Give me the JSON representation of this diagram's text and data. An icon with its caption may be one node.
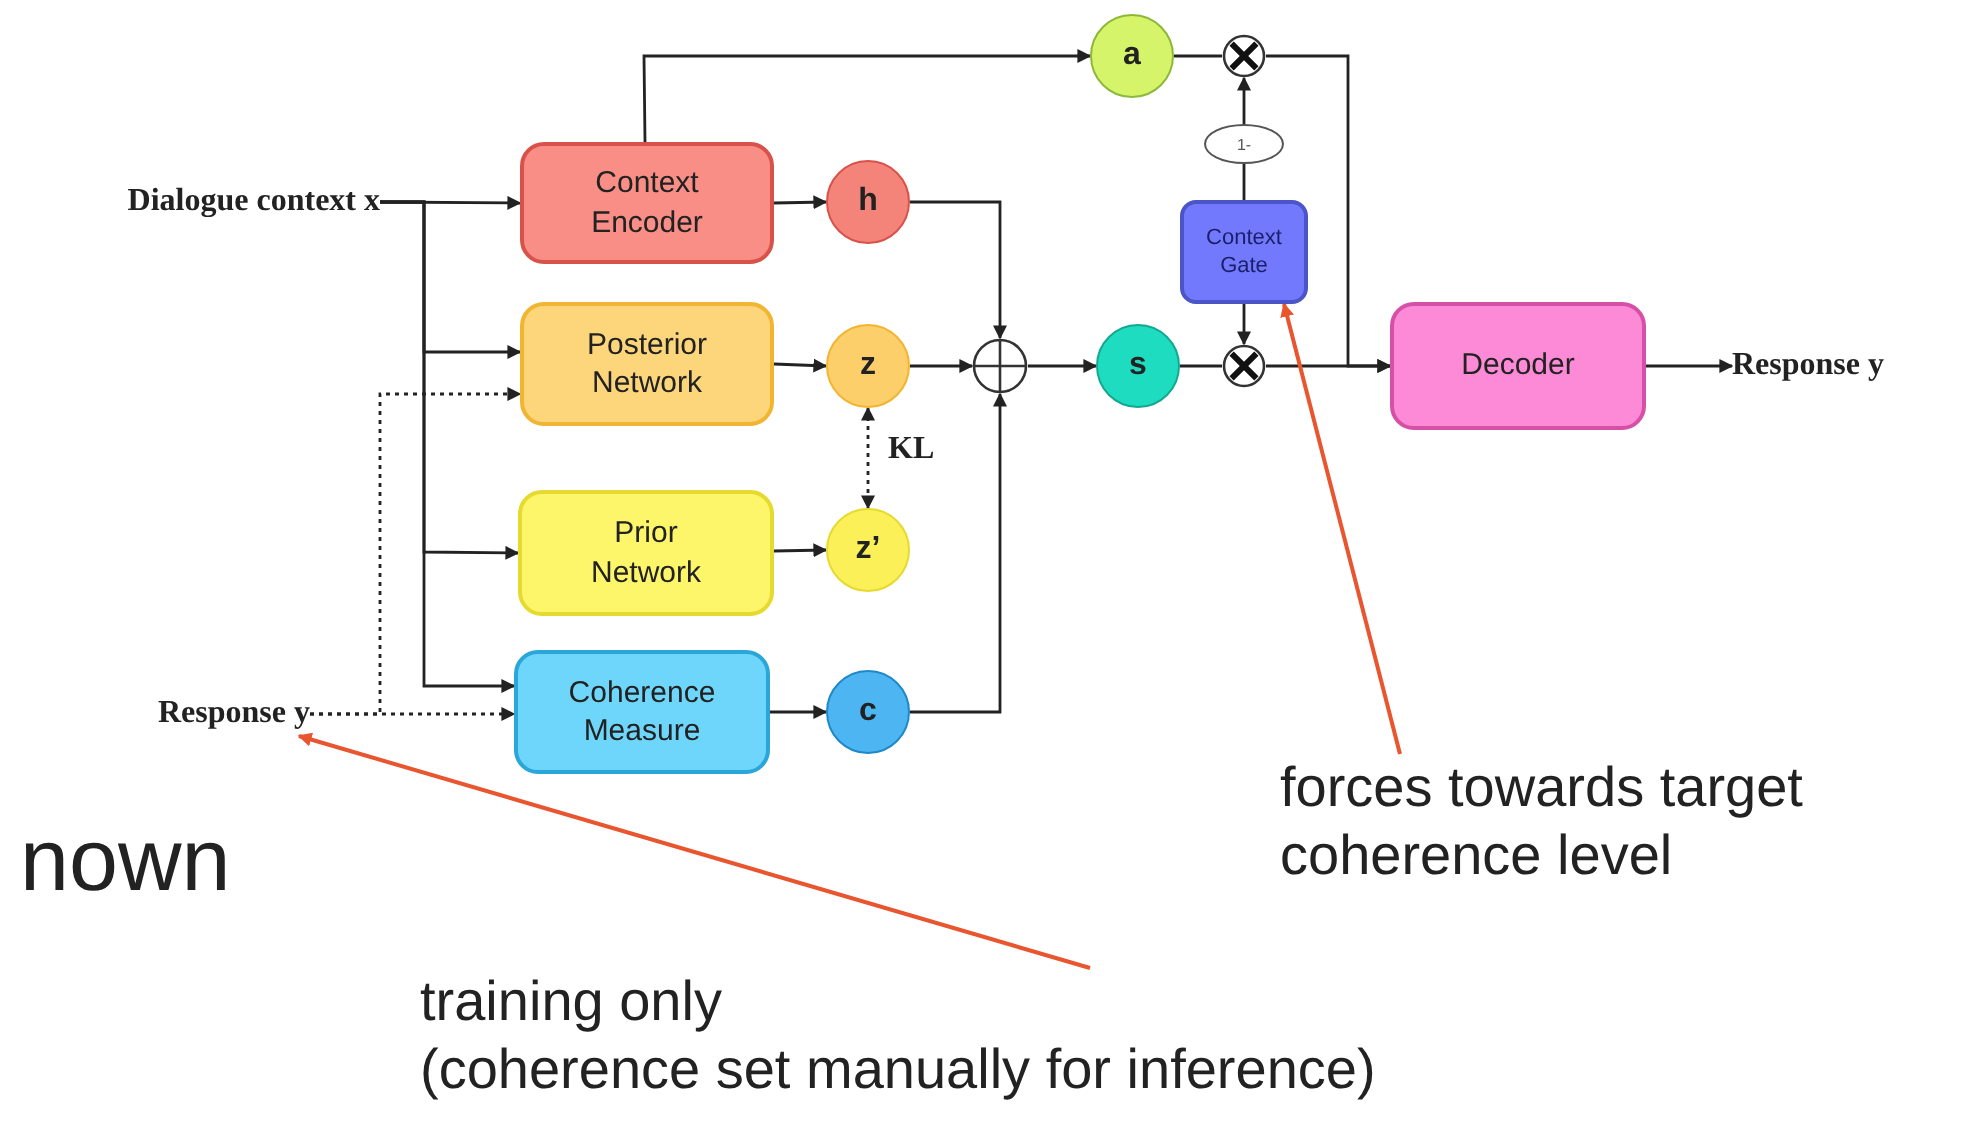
{
  "diagram": {
    "nodes": [
      {
        "text": [
          "Dialogue context x"
        ]
      },
      {
        "text": [
          "Context Encoder"
        ]
      },
      {
        "text": [
          "h"
        ]
      },
      {
        "text": [
          "Posterior Network"
        ]
      },
      {
        "text": [
          "z"
        ]
      },
      {
        "text": [
          "Prior Network"
        ]
      },
      {
        "text": [
          "z’"
        ]
      },
      {
        "text": [
          "Response y"
        ]
      },
      {
        "text": [
          "Coherence Measure"
        ]
      },
      {
        "text": [
          "c"
        ]
      },
      {
        "text": [],
        "shape": "circle"
      },
      {
        "text": [
          "s"
        ]
      },
      {
        "text": [
          "a"
        ]
      },
      {
        "text": [],
        "shape": "circle"
      },
      {
        "text": [
          "1-"
        ]
      },
      {
        "text": [
          "Context Gate"
        ]
      },
      {
        "text": [],
        "shape": "circle"
      },
      {
        "text": [
          "Decoder"
        ]
      },
      {
        "text": [
          "Response y"
        ]
      },
      {
        "text": [
          "training only",
          "(coherence set manually for inference)"
        ]
      },
      {
        "text": [
          "forces towards target coherence level"
        ]
      }
    ],
    "edges": [
      {
        "from": 0,
        "to": 1,
        "arrow": "to"
      },
      {
        "from": 0,
        "to": 3,
        "arrow": "to"
      },
      {
        "from": 0,
        "to": 5,
        "arrow": "to"
      },
      {
        "from": 0,
        "to": 8,
        "arrow": "to"
      },
      {
        "from": 7,
        "to": 3,
        "arrow": "to",
        "style": "dashed"
      },
      {
        "from": 7,
        "to": 8,
        "arrow": "to",
        "style": "dashed"
      },
      {
        "from": 1,
        "to": 2,
        "arrow": "to"
      },
      {
        "from": 3,
        "to": 4,
        "arrow": "to"
      },
      {
        "from": 5,
        "to": 6,
        "arrow": "to"
      },
      {
        "from": 8,
        "to": 9,
        "arrow": "to"
      },
      {
        "from": 4,
        "to": 6,
        "arrow": "both",
        "style": "dashed",
        "label": "KL"
      },
      {
        "from": 1,
        "to": 12,
        "arrow": "to"
      },
      {
        "from": 2,
        "to": 10,
        "arrow": "to"
      },
      {
        "from": 4,
        "to": 10,
        "arrow": "to"
      },
      {
        "from": 9,
        "to": 10,
        "arrow": "to"
      },
      {
        "from": 10,
        "to": 11,
        "arrow": "to"
      },
      {
        "from": 12,
        "to": 13,
        "arrow": "none"
      },
      {
        "from": 13,
        "to": 17,
        "arrow": "to"
      },
      {
        "from": 11,
        "to": 16,
        "arrow": "none"
      },
      {
        "from": 16,
        "to": 17,
        "arrow": "to"
      },
      {
        "from": 15,
        "to": 14,
        "arrow": "none"
      },
      {
        "from": 14,
        "to": 13,
        "arrow": "to"
      },
      {
        "from": 15,
        "to": 16,
        "arrow": "to"
      },
      {
        "from": 17,
        "to": 18,
        "arrow": "to"
      },
      {
        "from": 19,
        "to": 7,
        "arrow": "to",
        "color": "#e8552e"
      },
      {
        "from": 20,
        "to": 15,
        "arrow": "to",
        "color": "#e8552e"
      }
    ],
    "labels": [
      "nown"
    ]
  }
}
